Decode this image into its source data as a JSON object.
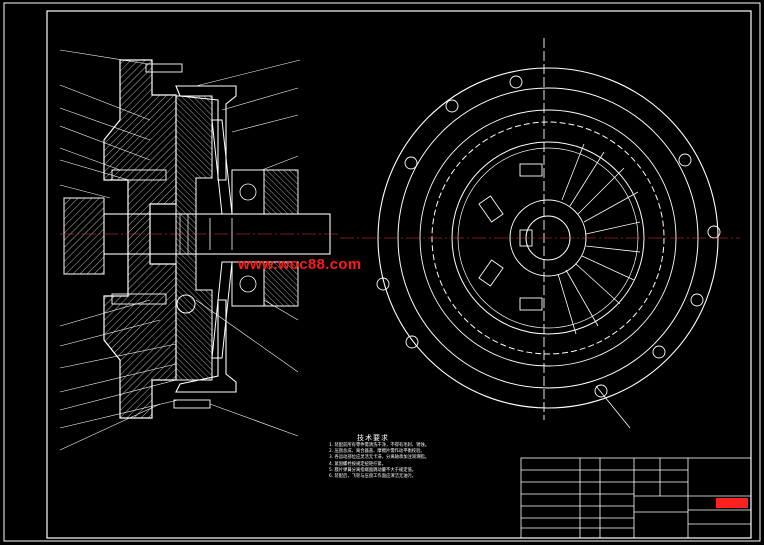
{
  "watermark": "www.woc88.com",
  "tech_requirements": {
    "title": "技术要求",
    "notes": [
      "1. 装配前所有零件需清洗干净，不得有毛刺、锈蚀。",
      "2. 压盘总成、离合器盖、摩擦片需作动平衡校验。",
      "3. 各运动部位应灵活无卡滞，分离轴承加注润滑脂。",
      "4. 紧固螺栓按规定扭矩拧紧。",
      "5. 膜片弹簧分离指端面跳动量不大于规定值。",
      "6. 装配后，飞轮与压盘工作面应清洁无油污。"
    ]
  },
  "colors": {
    "background": "#000000",
    "outline": "#ffffff",
    "centerline": "#e04040",
    "watermark": "#ff1a1a",
    "stamp": "#ff2020"
  }
}
